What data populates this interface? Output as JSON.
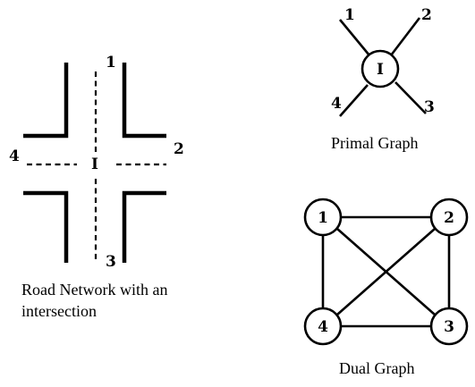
{
  "road_network": {
    "approach_labels": [
      "1",
      "2",
      "3",
      "4"
    ],
    "intersection_label": "I",
    "caption_line1": "Road Network with an",
    "caption_line2": "intersection"
  },
  "primal_graph": {
    "center_label": "I",
    "end_labels": [
      "1",
      "2",
      "3",
      "4"
    ],
    "caption": "Primal Graph"
  },
  "dual_graph": {
    "node_labels": [
      "1",
      "2",
      "3",
      "4"
    ],
    "caption": "Dual Graph",
    "edges": [
      [
        "1",
        "2"
      ],
      [
        "2",
        "3"
      ],
      [
        "3",
        "4"
      ],
      [
        "4",
        "1"
      ],
      [
        "1",
        "3"
      ],
      [
        "2",
        "4"
      ]
    ]
  }
}
